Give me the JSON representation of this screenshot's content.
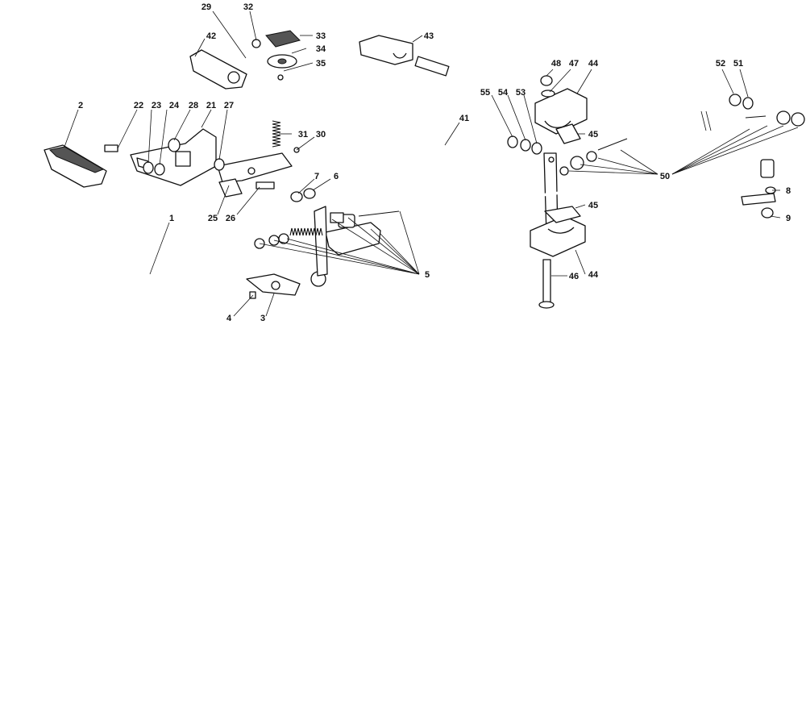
{
  "callouts": [
    {
      "id": "c1",
      "label": "1"
    },
    {
      "id": "c2",
      "label": "2"
    },
    {
      "id": "c3",
      "label": "3"
    },
    {
      "id": "c4",
      "label": "4"
    },
    {
      "id": "c5",
      "label": "5"
    },
    {
      "id": "c6",
      "label": "6"
    },
    {
      "id": "c7",
      "label": "7"
    },
    {
      "id": "c8",
      "label": "8"
    },
    {
      "id": "c9",
      "label": "9"
    },
    {
      "id": "c21",
      "label": "21"
    },
    {
      "id": "c22",
      "label": "22"
    },
    {
      "id": "c23",
      "label": "23"
    },
    {
      "id": "c24",
      "label": "24"
    },
    {
      "id": "c25",
      "label": "25"
    },
    {
      "id": "c26",
      "label": "26"
    },
    {
      "id": "c27",
      "label": "27"
    },
    {
      "id": "c28",
      "label": "28"
    },
    {
      "id": "c29",
      "label": "29"
    },
    {
      "id": "c30",
      "label": "30"
    },
    {
      "id": "c31",
      "label": "31"
    },
    {
      "id": "c32",
      "label": "32"
    },
    {
      "id": "c33",
      "label": "33"
    },
    {
      "id": "c34",
      "label": "34"
    },
    {
      "id": "c35",
      "label": "35"
    },
    {
      "id": "c41",
      "label": "41"
    },
    {
      "id": "c42",
      "label": "42"
    },
    {
      "id": "c43",
      "label": "43"
    },
    {
      "id": "c44a",
      "label": "44"
    },
    {
      "id": "c44b",
      "label": "44"
    },
    {
      "id": "c45a",
      "label": "45"
    },
    {
      "id": "c45b",
      "label": "45"
    },
    {
      "id": "c46",
      "label": "46"
    },
    {
      "id": "c47",
      "label": "47"
    },
    {
      "id": "c48",
      "label": "48"
    },
    {
      "id": "c50",
      "label": "50"
    },
    {
      "id": "c51",
      "label": "51"
    },
    {
      "id": "c52",
      "label": "52"
    },
    {
      "id": "c53",
      "label": "53"
    },
    {
      "id": "c54",
      "label": "54"
    },
    {
      "id": "c55",
      "label": "55"
    }
  ]
}
